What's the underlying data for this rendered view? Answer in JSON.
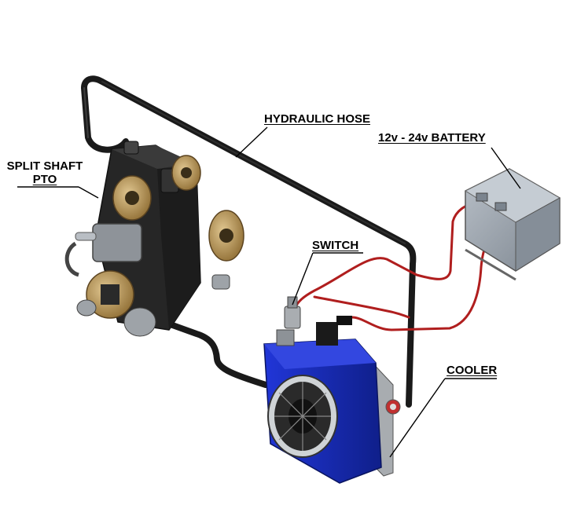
{
  "labels": {
    "hydraulic_hose": "HYDRAULIC HOSE",
    "battery": "12v - 24v BATTERY",
    "pto_line1": "SPLIT SHAFT",
    "pto_line2": "PTO",
    "switch": "SWITCH",
    "cooler": "COOLER"
  },
  "colors": {
    "hose": "#1a1a1a",
    "wire": "#b01e1e",
    "cooler_body": "#1a2fc0",
    "pto_body": "#262626",
    "brass": "#b08a4a",
    "battery": "#9aa3ad"
  }
}
